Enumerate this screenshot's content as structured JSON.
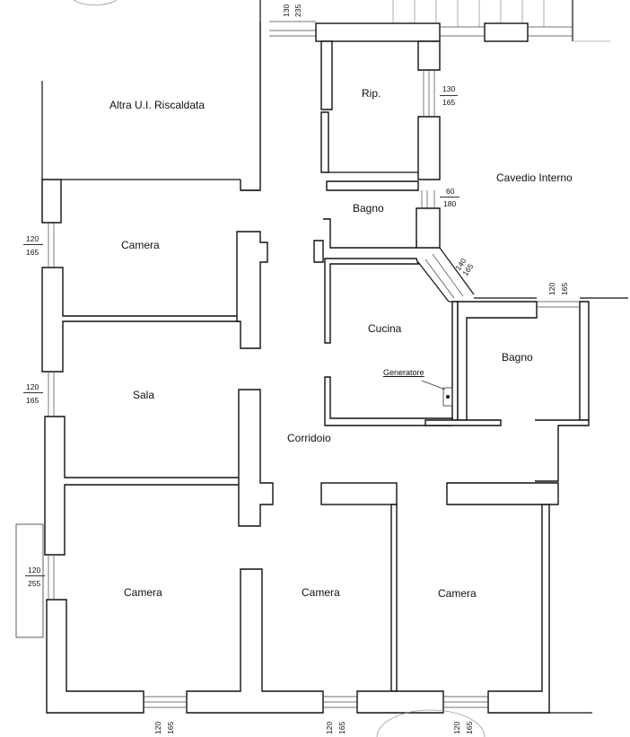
{
  "rooms": {
    "altra_ui": "Altra U.I. Riscaldata",
    "rip": "Rip.",
    "cavedio": "Cavedio Interno",
    "bagno_top": "Bagno",
    "camera_1": "Camera",
    "cucina": "Cucina",
    "bagno_right": "Bagno",
    "generatore": "Generatore",
    "sala": "Sala",
    "corridoio": "Corridoio",
    "camera_2": "Camera",
    "camera_3": "Camera",
    "camera_4": "Camera"
  },
  "dimensions": {
    "top_door_w": "130",
    "top_door_h": "235",
    "rip_w": "130",
    "rip_h": "165",
    "bagno_w": "60",
    "bagno_h": "180",
    "diag_w": "140",
    "diag_h": "165",
    "bagno2_w": "120",
    "bagno2_h": "165",
    "left1_w": "120",
    "left1_h": "165",
    "left2_w": "120",
    "left2_h": "165",
    "left3_w": "120",
    "left3_h": "255",
    "bottom1_w": "120",
    "bottom1_h": "165",
    "bottom2_w": "120",
    "bottom2_h": "165",
    "bottom3_w": "120",
    "bottom3_h": "165"
  }
}
